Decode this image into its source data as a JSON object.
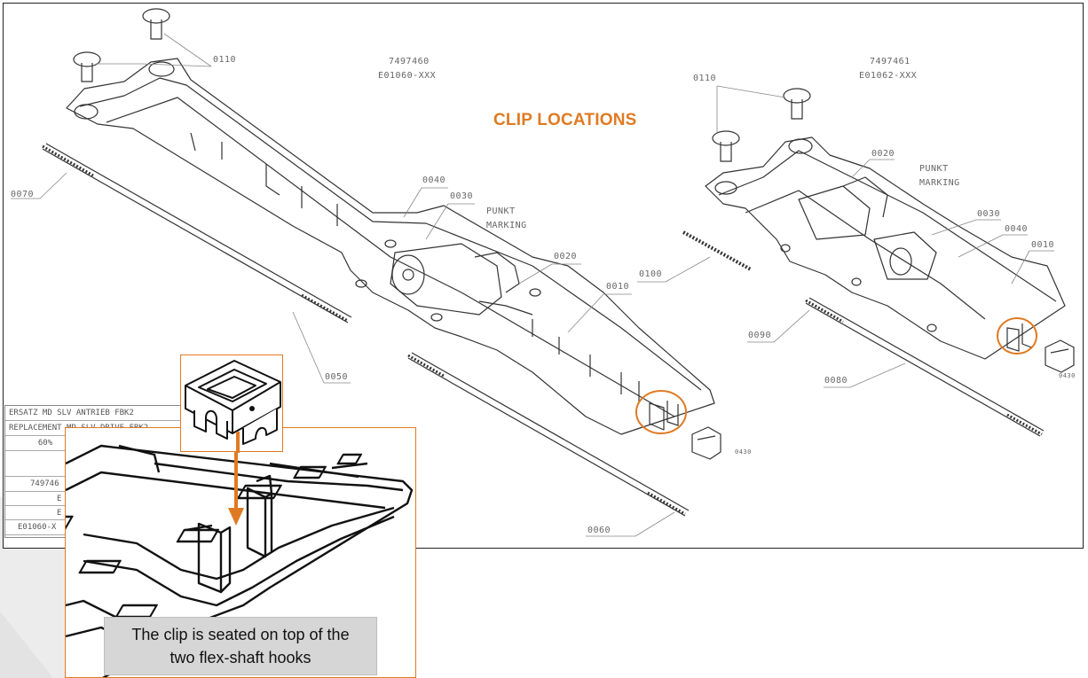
{
  "title": "CLIP LOCATIONS",
  "left_assembly": {
    "part_number": "7497460",
    "drawing_number": "E01060-XXX"
  },
  "right_assembly": {
    "part_number": "7497461",
    "drawing_number": "E01062-XXX"
  },
  "left_labels": {
    "l0110": "0110",
    "l0070": "0070",
    "l0040": "0040",
    "l0030": "0030",
    "punkt": "PUNKT",
    "marking": "MARKING",
    "l0020": "0020",
    "l0010": "0010",
    "l0100": "0100",
    "l0050": "0050",
    "l0060": "0060",
    "l0430": "0430"
  },
  "right_labels": {
    "l0110": "0110",
    "l0020": "0020",
    "punkt": "PUNKT",
    "marking": "MARKING",
    "l0030": "0030",
    "l0040": "0040",
    "l0010": "0010",
    "l0090": "0090",
    "l0080": "0080",
    "l0430": "0430"
  },
  "title_block": {
    "row1": "ERSATZ MD SLV ANTRIEB FBK2",
    "row2": "REPLACEMENT MD SLV DRIVE FBK2",
    "row3": "60%",
    "row4": "",
    "row5": "749746",
    "row6": "E",
    "row7": "E",
    "row8": "E01060-X"
  },
  "caption": {
    "line1": "The clip is seated on top of the",
    "line2": "two flex-shaft hooks"
  },
  "colors": {
    "accent": "#e07a22",
    "line": "#333333",
    "caption_bg": "#d6d6d6"
  }
}
